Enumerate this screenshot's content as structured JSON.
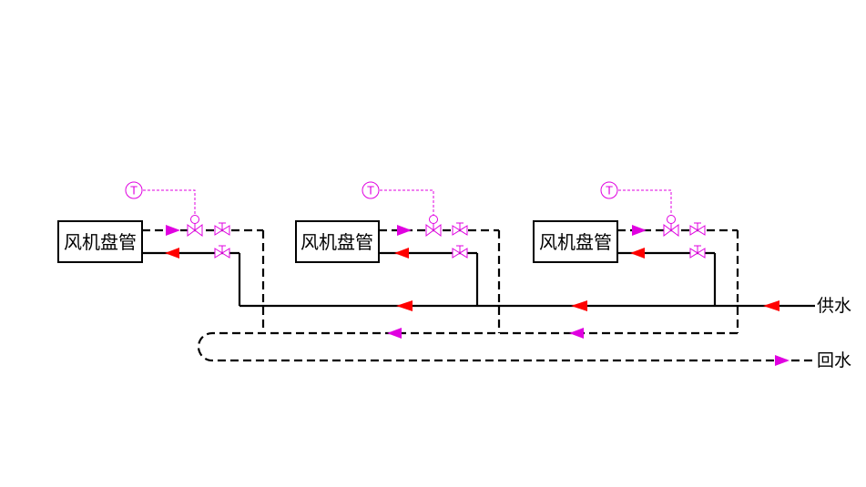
{
  "units": [
    {
      "label": "风机盘管",
      "sensor_label": "T"
    },
    {
      "label": "风机盘管",
      "sensor_label": "T"
    },
    {
      "label": "风机盘管",
      "sensor_label": "T"
    }
  ],
  "supply_label": "供水",
  "return_label": "回水",
  "colors": {
    "pipe": "#000000",
    "supply_arrow": "#ff0000",
    "return_arrow": "#e000e0",
    "control": "#e000e0"
  }
}
